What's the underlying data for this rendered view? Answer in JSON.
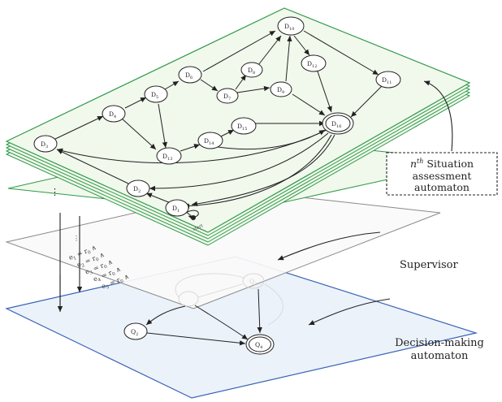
{
  "layers": {
    "situation": {
      "nodes": [
        {
          "id": "D10",
          "label": "D",
          "sub": "10"
        },
        {
          "id": "D5",
          "label": "D",
          "sub": "5"
        },
        {
          "id": "D6",
          "label": "D",
          "sub": "6"
        },
        {
          "id": "D4",
          "label": "D",
          "sub": "4"
        },
        {
          "id": "D8",
          "label": "D",
          "sub": "8"
        },
        {
          "id": "D12",
          "label": "D",
          "sub": "12"
        },
        {
          "id": "D7",
          "label": "D",
          "sub": "7"
        },
        {
          "id": "D9",
          "label": "D",
          "sub": "9"
        },
        {
          "id": "D11",
          "label": "D",
          "sub": "11"
        },
        {
          "id": "D3",
          "label": "D",
          "sub": "3"
        },
        {
          "id": "D15",
          "label": "D",
          "sub": "15"
        },
        {
          "id": "D14",
          "label": "D",
          "sub": "14"
        },
        {
          "id": "D16",
          "label": "D",
          "sub": "16"
        },
        {
          "id": "D13",
          "label": "D",
          "sub": "13"
        },
        {
          "id": "D2",
          "label": "D",
          "sub": "2"
        },
        {
          "id": "D1",
          "label": "D",
          "sub": "1"
        }
      ],
      "start_label": "start",
      "dots": "⋮"
    },
    "supervisor": {
      "equations": [
        {
          "lhs": "e",
          "sub": "1",
          "rhs": " = r",
          "rsub": "0",
          "tail": " ∧"
        },
        {
          "lhs": "e",
          "sub": "2",
          "rhs": " = r",
          "rsub": "0",
          "tail": " ∧"
        },
        {
          "lhs": "e",
          "sub": "3",
          "rhs": " = r",
          "rsub": "0",
          "tail": " ∧"
        },
        {
          "lhs": "e",
          "sub": "4",
          "rhs": " = r",
          "rsub": "0",
          "tail": " ∧"
        },
        {
          "lhs": "e",
          "sub": "5",
          "rhs": " = r",
          "rsub": "0",
          "tail": " ∧"
        }
      ],
      "dots": "⋮",
      "faint_node": {
        "label": "Q",
        "sub": "3"
      }
    },
    "decision": {
      "nodes": [
        {
          "id": "Q2",
          "label": "Q",
          "sub": "2"
        },
        {
          "id": "Q4",
          "label": "Q",
          "sub": "4"
        }
      ]
    }
  },
  "labels": {
    "nth_sup": "th",
    "nth_prefix": "n",
    "nth_line1_suffix": " Situation",
    "nth_line2": "assessment",
    "nth_line3": "automaton",
    "supervisor": "Supervisor",
    "decision_line1": "Decision-making",
    "decision_line2": "automaton"
  },
  "colors": {
    "situation_border": "#2e9a48",
    "situation_fill": "#f1f8ec",
    "supervisor_border": "#8a8a8a",
    "decision_border": "#3a64b6",
    "decision_fill": "#ecf2fa",
    "ink": "#222222"
  }
}
